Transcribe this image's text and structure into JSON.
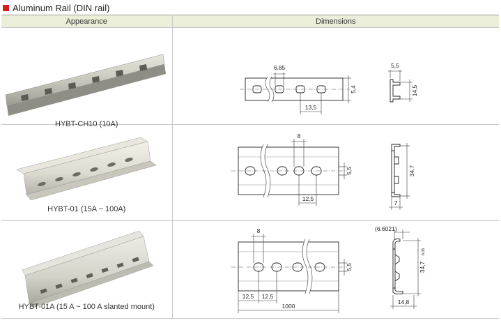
{
  "title": "Aluminum Rail (DIN rail)",
  "colors": {
    "accent": "#d71920",
    "header_bg": "#ebeed9"
  },
  "table": {
    "headers": {
      "appearance": "Appearance",
      "dimensions": "Dimensions"
    },
    "rows": [
      {
        "product": "HYBT-CH10 (10A)",
        "dims": {
          "pitch": "6,85",
          "height": "5,4",
          "spacing": "13,5",
          "top_width": "5,5",
          "depth": "14,5"
        }
      },
      {
        "product": "HYBT-01 (15A ~ 100A)",
        "dims": {
          "pitch": "8",
          "height": "5,5",
          "spacing": "12,5",
          "depth": "34,7",
          "bottom_width": "7"
        }
      },
      {
        "product": "HYBT-01A (15 A ~ 100 A slanted mount)",
        "dims": {
          "pitch": "8",
          "height": "5,5",
          "spacing_1": "12,5",
          "spacing_2": "12,5",
          "length": "1000",
          "top_width": "(6.6021)",
          "depth": "34,7",
          "depth_tol": "0,05",
          "bottom_width": "14,8"
        }
      }
    ]
  }
}
